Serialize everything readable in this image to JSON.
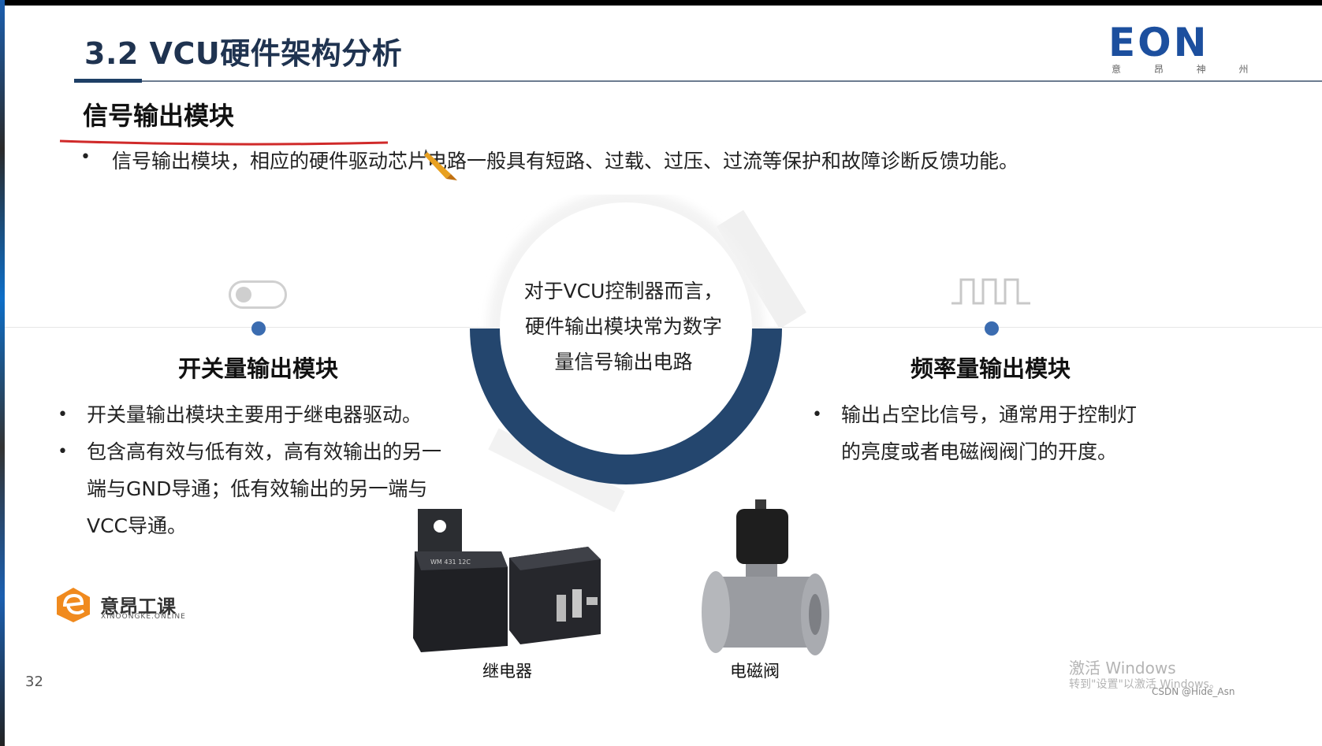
{
  "slide": {
    "title": "3.2 VCU硬件架构分析",
    "logo": {
      "word": "EON",
      "sub": "意 昂 神 州"
    },
    "section_title": "信号输出模块",
    "top_bullet": "信号输出模块，相应的硬件驱动芯片电路一般具有短路、过载、过压、过流等保护和故障诊断反馈功能。",
    "center_text": [
      "对于VCU控制器而言，",
      "硬件输出模块常为数字",
      "量信号输出电路"
    ],
    "left_module": {
      "title": "开关量输出模块",
      "bullets": [
        "开关量输出模块主要用于继电器驱动。",
        [
          "包含高有效与低有效，高有效输出的另一",
          "端与GND导通；低有效输出的另一端与",
          "VCC导通。"
        ]
      ]
    },
    "right_module": {
      "title": "频率量输出模块",
      "bullets": [
        [
          "输出占空比信号，通常用于控制灯",
          "的亮度或者电磁阀阀门的开度。"
        ]
      ]
    },
    "images": {
      "relay_caption": "继电器",
      "valve_caption": "电磁阀"
    },
    "brand": {
      "name": "意昂工课",
      "url": "XINOONGKE.ONLINE"
    },
    "page_number": "32"
  },
  "overlay": {
    "windows_watermark_line1": "激活 Windows",
    "windows_watermark_line2": "转到\"设置\"以激活 Windows。",
    "credit": "CSDN @Hide_Asn"
  },
  "colors": {
    "title": "#1f3350",
    "accent_blue": "#1c4f9e",
    "ring_navy": "#24466e",
    "dot_blue": "#3b6cb0",
    "underline_red": "#d02a2a",
    "brand_orange": "#f08a1e"
  },
  "icons": [
    "toggle-switch-icon",
    "pulse-wave-icon",
    "pen-cursor-icon",
    "brand-e-icon"
  ]
}
